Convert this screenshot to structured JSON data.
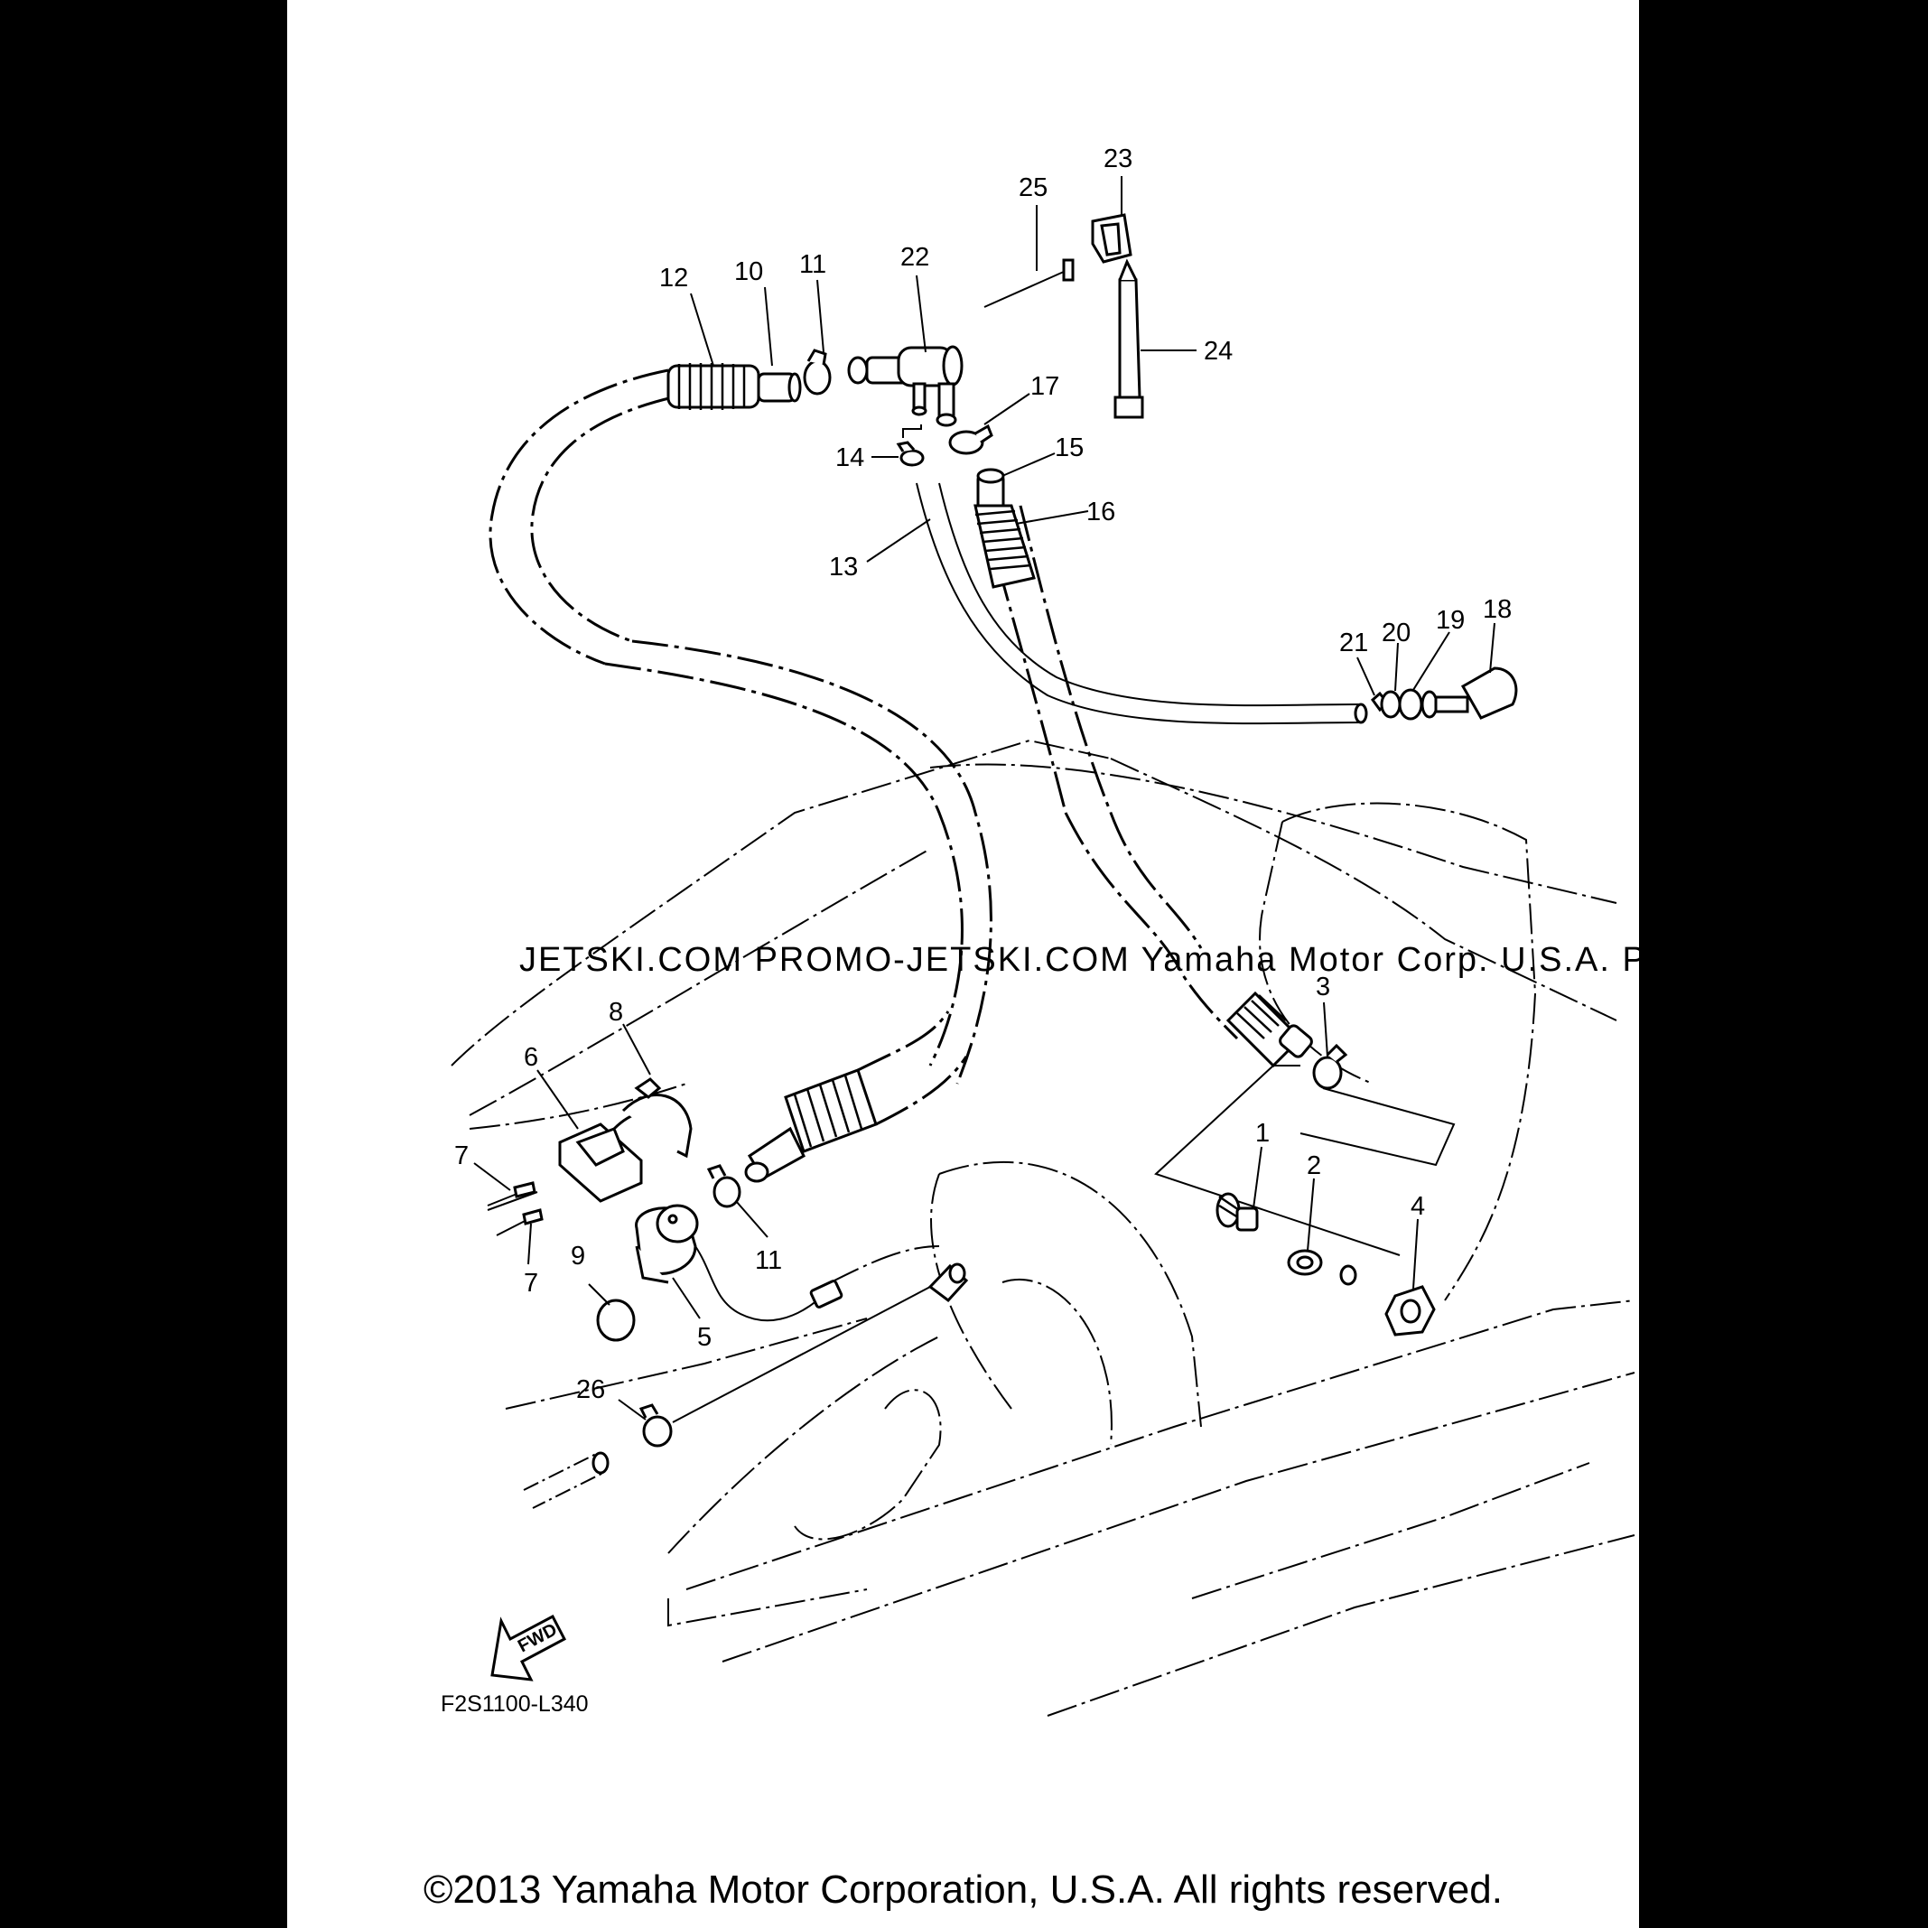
{
  "diagram": {
    "figure_code": "F2S1100-L340",
    "fwd_label": "FWD",
    "watermark": "JETSKI.COM   PROMO-JETSKI.COM   Yamaha Motor Corp. U.S.A.   PROMO-JETSKI.COM",
    "copyright": "©2013 Yamaha Motor Corporation, U.S.A. All rights reserved.",
    "callouts": {
      "c1": "1",
      "c2": "2",
      "c3": "3",
      "c4": "4",
      "c5": "5",
      "c6": "6",
      "c7a": "7",
      "c7b": "7",
      "c8": "8",
      "c9": "9",
      "c10": "10",
      "c11a": "11",
      "c11b": "11",
      "c12": "12",
      "c13": "13",
      "c14": "14",
      "c15": "15",
      "c16": "16",
      "c17": "17",
      "c18": "18",
      "c19": "19",
      "c20": "20",
      "c21": "21",
      "c22": "22",
      "c23": "23",
      "c24": "24",
      "c25": "25",
      "c26": "26"
    }
  }
}
